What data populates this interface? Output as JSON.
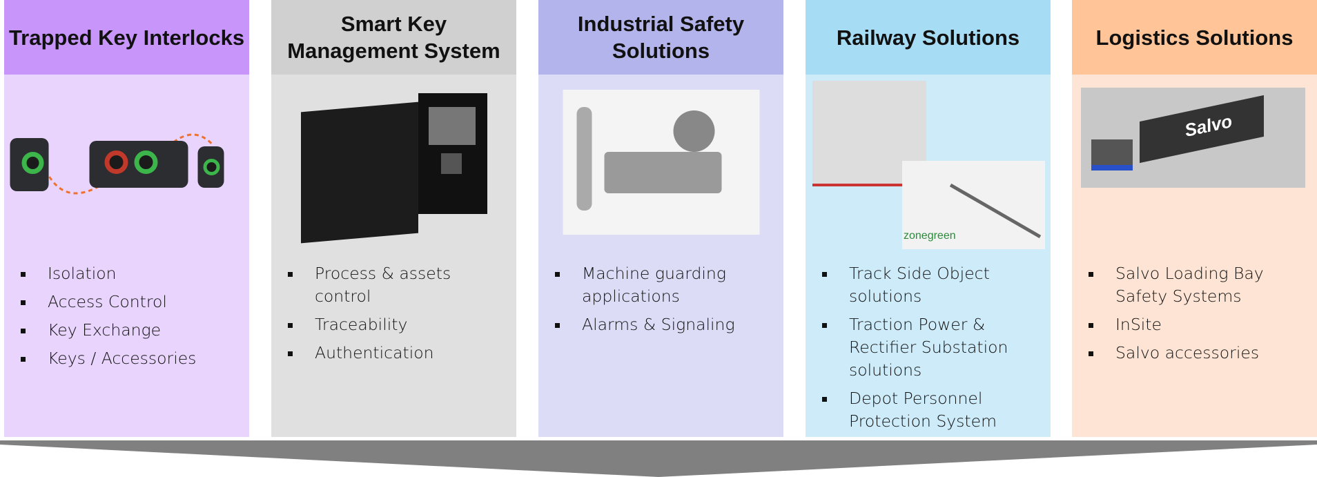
{
  "columns": [
    {
      "title": "Trapped Key Interlocks",
      "image": "trapped-key-interlocks-illustration",
      "bullets": [
        "Isolation",
        "Access Control",
        "Key Exchange",
        "Keys / Accessories"
      ]
    },
    {
      "title": "Smart Key Management System",
      "image": "key-cabinet-photo",
      "bullets": [
        "Process & assets control",
        "Traceability",
        "Authentication"
      ]
    },
    {
      "title": "Industrial Safety Solutions",
      "image": "safety-switch-photo",
      "bullets": [
        "Machine guarding applications",
        "Alarms & Signaling"
      ]
    },
    {
      "title": "Railway Solutions",
      "image": "railway-panel-and-zonegreen-diagram",
      "logo_text": "zonegreen",
      "bullets": [
        "Track Side Object solutions",
        "Traction Power & Rectifier Substation solutions",
        "Depot Personnel Protection System"
      ]
    },
    {
      "title": "Logistics Solutions",
      "image": "salvo-loading-bay-truck",
      "logo_text": "Salvo",
      "bullets": [
        "Salvo Loading Bay Safety Systems",
        "InSite",
        "Salvo accessories"
      ]
    }
  ],
  "colors": {
    "arrow": "#808080"
  }
}
